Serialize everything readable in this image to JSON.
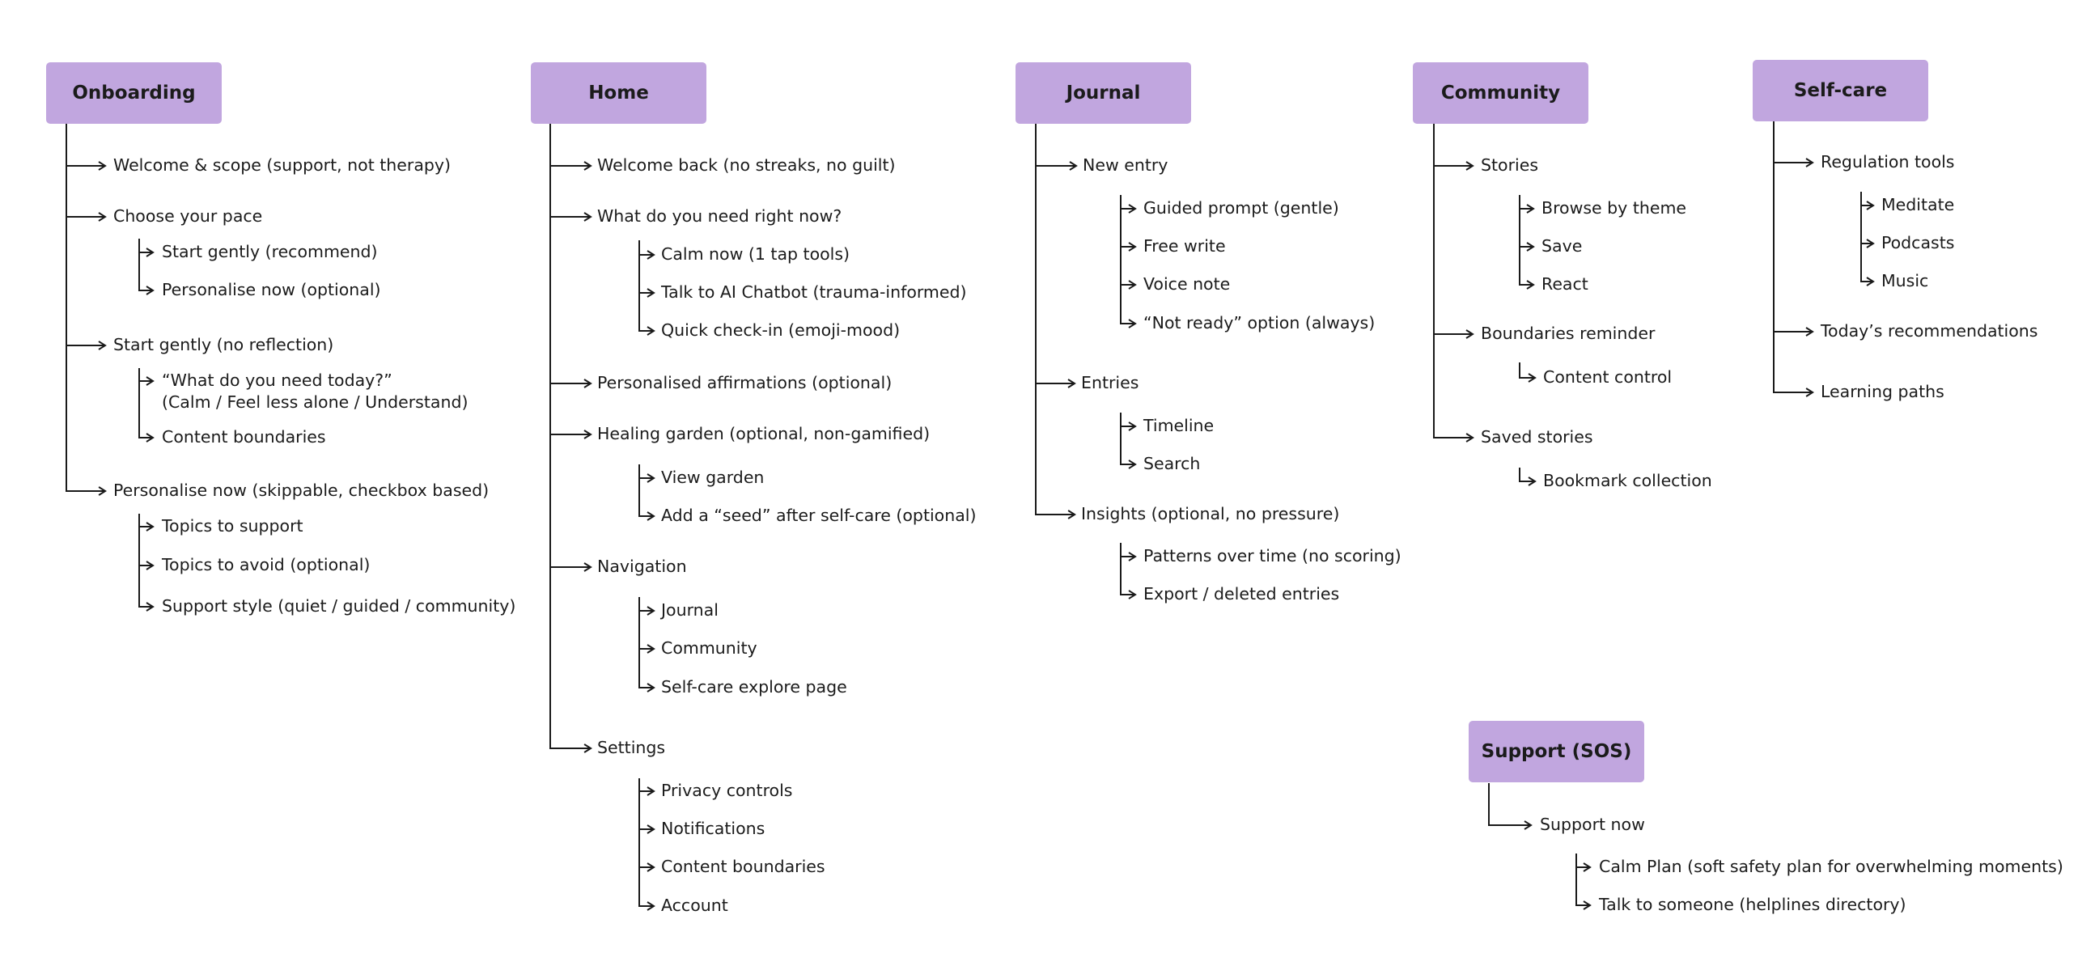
{
  "sections": {
    "onboarding": {
      "title": "Onboarding",
      "items": [
        "Welcome & scope (support, not therapy)",
        "Choose your pace",
        "Start gently (recommend)",
        "Personalise now (optional)",
        "Start gently (no reflection)",
        "“What do you need today?”",
        "(Calm / Feel less alone / Understand)",
        "Content boundaries",
        "Personalise now (skippable, checkbox based)",
        "Topics to support",
        "Topics to avoid (optional)",
        "Support style (quiet / guided / community)"
      ]
    },
    "home": {
      "title": "Home",
      "items": [
        "Welcome back (no streaks, no guilt)",
        "What do you need right now?",
        "Calm now (1 tap tools)",
        "Talk to AI Chatbot (trauma-informed)",
        "Quick check-in (emoji-mood)",
        "Personalised affirmations (optional)",
        "Healing garden (optional, non-gamified)",
        "View garden",
        "Add a “seed” after self-care (optional)",
        "Navigation",
        "Journal",
        "Community",
        "Self-care explore page",
        "Settings",
        "Privacy controls",
        "Notifications",
        "Content boundaries",
        "Account"
      ]
    },
    "journal": {
      "title": "Journal",
      "items": [
        "New entry",
        "Guided prompt (gentle)",
        "Free write",
        "Voice note",
        "“Not ready” option (always)",
        "Entries",
        "Timeline",
        "Search",
        "Insights (optional, no pressure)",
        "Patterns over time (no scoring)",
        "Export / deleted entries"
      ]
    },
    "community": {
      "title": "Community",
      "items": [
        "Stories",
        "Browse by theme",
        "Save",
        "React",
        "Boundaries reminder",
        "Content control",
        "Saved stories",
        "Bookmark collection"
      ]
    },
    "selfcare": {
      "title": "Self-care",
      "items": [
        "Regulation tools",
        "Meditate",
        "Podcasts",
        "Music",
        "Today’s recommendations",
        "Learning paths"
      ]
    },
    "sos": {
      "title": "Support (SOS)",
      "items": [
        "Support now",
        "Calm Plan (soft safety plan for overwhelming moments)",
        "Talk to someone (helplines directory)"
      ]
    }
  },
  "colors": {
    "header_fill": "#c1a6df",
    "line": "#1a1a1a",
    "text": "#1b1b1b"
  }
}
